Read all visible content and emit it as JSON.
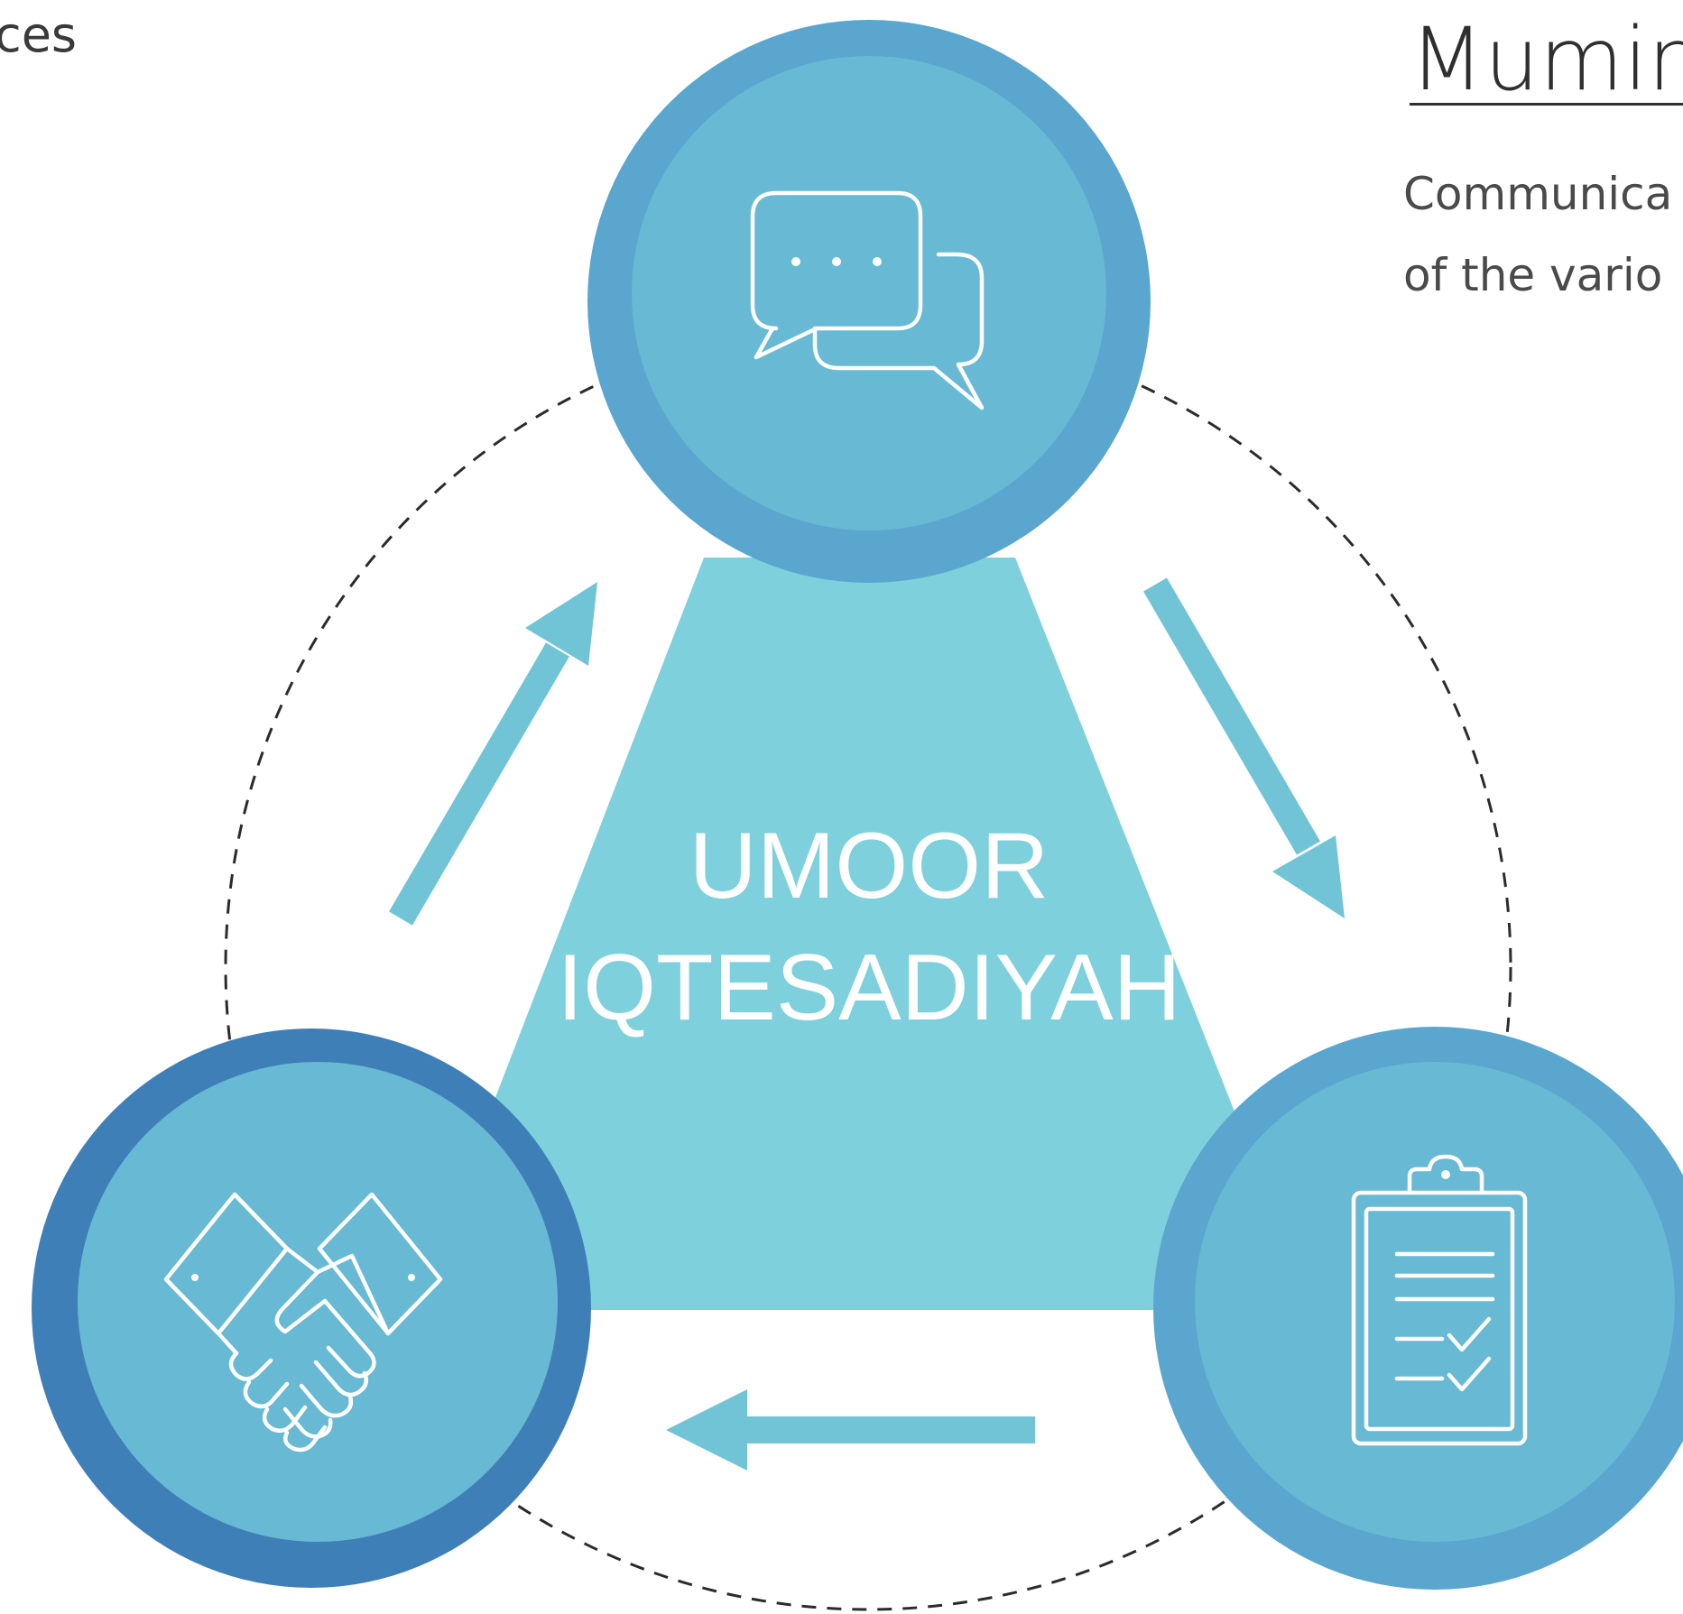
{
  "left_fragment": "ces",
  "title": "Mumin",
  "description_lines": [
    "Communica",
    "of the vario"
  ],
  "center_label_lines": [
    "UMOOR",
    "IQTESADIYAH"
  ],
  "nodes": [
    {
      "name": "communication",
      "icon": "chat-bubbles-icon"
    },
    {
      "name": "checklist",
      "icon": "clipboard-checklist-icon"
    },
    {
      "name": "partnership",
      "icon": "handshake-icon"
    }
  ],
  "colors": {
    "triangle": "#7dd0dc",
    "node_outer": "#5aa6cf",
    "node_inner": "#68b9d4",
    "node_outer_dark": "#3f7fb8",
    "arrow": "#70c4d6",
    "icon_stroke": "#ffffff",
    "dashed_circle": "#2b2b2b"
  }
}
